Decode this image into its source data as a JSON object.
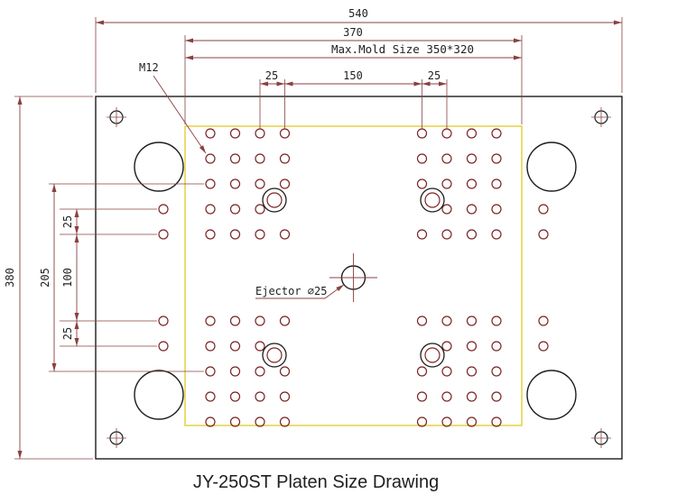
{
  "title": "JY-250ST Platen Size Drawing",
  "annotations": {
    "m12": "M12",
    "max_mold_size": "Max.Mold Size 350*320",
    "ejector": "Ejector ∅25"
  },
  "dimensions": {
    "overall_width": "540",
    "mold_opening_width": "370",
    "col_gap_left": "25",
    "col_gap_center": "150",
    "col_gap_right": "25",
    "overall_height": "380",
    "row_span_205": "205",
    "row_gap_100": "100",
    "row_gap_top_25": "25",
    "row_gap_bottom_25": "25"
  },
  "colors": {
    "outline": "#1c1c1c",
    "dimension_line": "#8a4040",
    "hole": "#7a2424",
    "mold_area": "#e6d44e",
    "text": "#1f1f1f",
    "background": "#ffffff"
  }
}
